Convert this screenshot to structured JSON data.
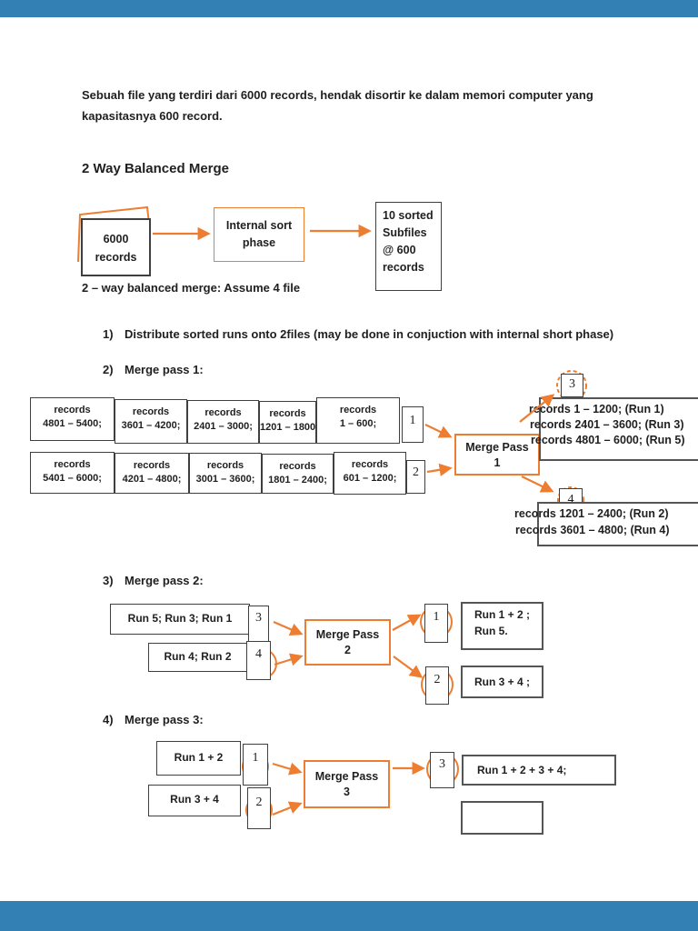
{
  "colors": {
    "accent": "#ED7D31",
    "box_border": "#3F3F3F",
    "viewer_bar": "#3380B5",
    "text": "#1F1F1F"
  },
  "intro": "Sebuah file yang terdiri dari 6000 records, hendak disortir ke dalam memori computer yang kapasitasnya 600 record.",
  "heading": "2 Way Balanced Merge",
  "flow": {
    "source": {
      "l1": "6000",
      "l2": "records"
    },
    "process": {
      "l1": "Internal sort",
      "l2": "phase"
    },
    "output": {
      "l1": "10 sorted",
      "l2": "Subfiles",
      "l3": "@ 600",
      "l4": "records"
    },
    "caption": "2 – way balanced merge: Assume 4 file"
  },
  "list": {
    "item1": {
      "num": "1)",
      "text": "Distribute sorted runs onto 2files (may be done in conjuction with internal short phase)"
    },
    "item2": {
      "num": "2)",
      "text": "Merge pass 1:"
    },
    "item3": {
      "num": "3)",
      "text": "Merge pass 2:"
    },
    "item4": {
      "num": "4)",
      "text": "Merge pass 3:"
    }
  },
  "pass1": {
    "row1": [
      {
        "l1": "records",
        "l2": "4801 – 5400;"
      },
      {
        "l1": "records",
        "l2": "3601 – 4200;"
      },
      {
        "l1": "records",
        "l2": "2401 – 3000;"
      },
      {
        "l1": "records",
        "l2": "1201 – 1800;"
      },
      {
        "l1": "records",
        "l2": "1 – 600;"
      }
    ],
    "row1_tab": "1",
    "row2": [
      {
        "l1": "records",
        "l2": "5401 – 6000;"
      },
      {
        "l1": "records",
        "l2": "4201 – 4800;"
      },
      {
        "l1": "records",
        "l2": "3001 – 3600;"
      },
      {
        "l1": "records",
        "l2": "1801 – 2400;"
      },
      {
        "l1": "records",
        "l2": "601 – 1200;"
      }
    ],
    "row2_tab": "2",
    "merge": {
      "l1": "Merge Pass",
      "l2": "1"
    },
    "out_top": {
      "tab": "3",
      "line1": "records 1 – 1200; (Run 1)",
      "line2": "records 2401 – 3600; (Run 3)",
      "line3": "records 4801 – 6000; (Run 5)"
    },
    "out_bottom": {
      "tab": "4",
      "line1": "records 1201 – 2400; (Run 2)",
      "line2": "records 3601 – 4800; (Run 4)"
    }
  },
  "pass2": {
    "src1": {
      "label": "Run 5; Run 3; Run 1",
      "tab": "3"
    },
    "src2": {
      "label": "Run 4; Run 2",
      "tab": "4"
    },
    "merge": {
      "l1": "Merge Pass",
      "l2": "2"
    },
    "dest1": {
      "tab": "1",
      "line1": "Run 1 + 2 ;",
      "line2": "Run 5."
    },
    "dest2": {
      "tab": "2",
      "line1": "Run 3 + 4 ;"
    }
  },
  "pass3": {
    "src1": {
      "label": "Run 1 + 2",
      "tab": "1"
    },
    "src2": {
      "label": "Run 3 + 4",
      "tab": "2"
    },
    "merge": {
      "l1": "Merge Pass",
      "l2": "3"
    },
    "dest": {
      "tab": "3",
      "label": "Run 1 + 2 + 3 + 4;"
    }
  }
}
